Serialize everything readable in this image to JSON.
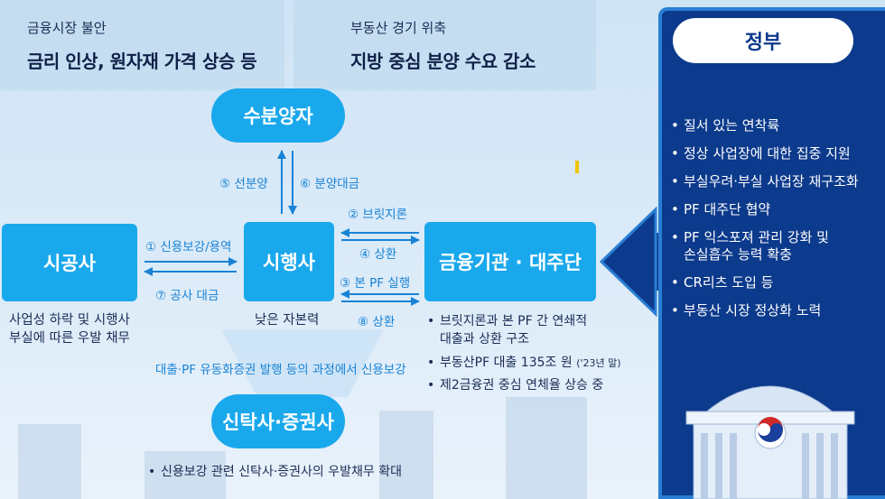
{
  "headers": {
    "left_sub": "금융시장 불안",
    "left_main": "금리 인상, 원자재 가격 상승 등",
    "right_sub": "부동산 경기 위축",
    "right_main": "지방 중심 분양 수요 감소"
  },
  "nodes": {
    "buyer": "수분양자",
    "developer": "시행사",
    "builder": "시공사",
    "lender": "금융기관 · 대주단",
    "trust": "신탁사·증권사"
  },
  "flows": {
    "f5": "⑤ 선분양",
    "f6": "⑥ 분양대금",
    "f1": "① 신용보강/용역",
    "f7": "⑦ 공사 대금",
    "f2": "② 브릿지론",
    "f4": "④ 상환",
    "f3": "③ 본 PF 실행",
    "f8": "⑧ 상환",
    "guarantee": "대출·PF 유동화증권 발행 등의 과정에서 신용보강"
  },
  "notes": {
    "builder_line1": "사업성 하락 및 시행사",
    "builder_line2": "부실에 따른 우발 채무",
    "developer": "낮은 자본력"
  },
  "lender_bullets": {
    "b1_line1": "브릿지론과 본 PF 간 연쇄적",
    "b1_line2": "대출과 상환 구조",
    "b2": "부동산PF 대출 135조 원",
    "b2_small": "('23년 말)",
    "b3": "제2금융권 중심 연체율 상승 중"
  },
  "trust_bullet": "신용보강 관련 신탁사·증권사의 우발채무 확대",
  "government": {
    "title": "정부",
    "items": [
      [
        "질서 있는 연착륙"
      ],
      [
        "정상 사업장에 대한 집중 지원"
      ],
      [
        "부실우려·부실 사업장 재구조화"
      ],
      [
        "PF 대주단 협약"
      ],
      [
        "PF 익스포져 관리 강화 및",
        "손실흡수 능력 확충"
      ],
      [
        "CR리츠 도입 등"
      ],
      [
        "부동산 시장 정상화 노력"
      ]
    ]
  },
  "colors": {
    "node_blue": "#1aa8ec",
    "navy": "#0c3a8c",
    "label_blue": "#1883d6",
    "text_dark": "#1a2d55"
  }
}
